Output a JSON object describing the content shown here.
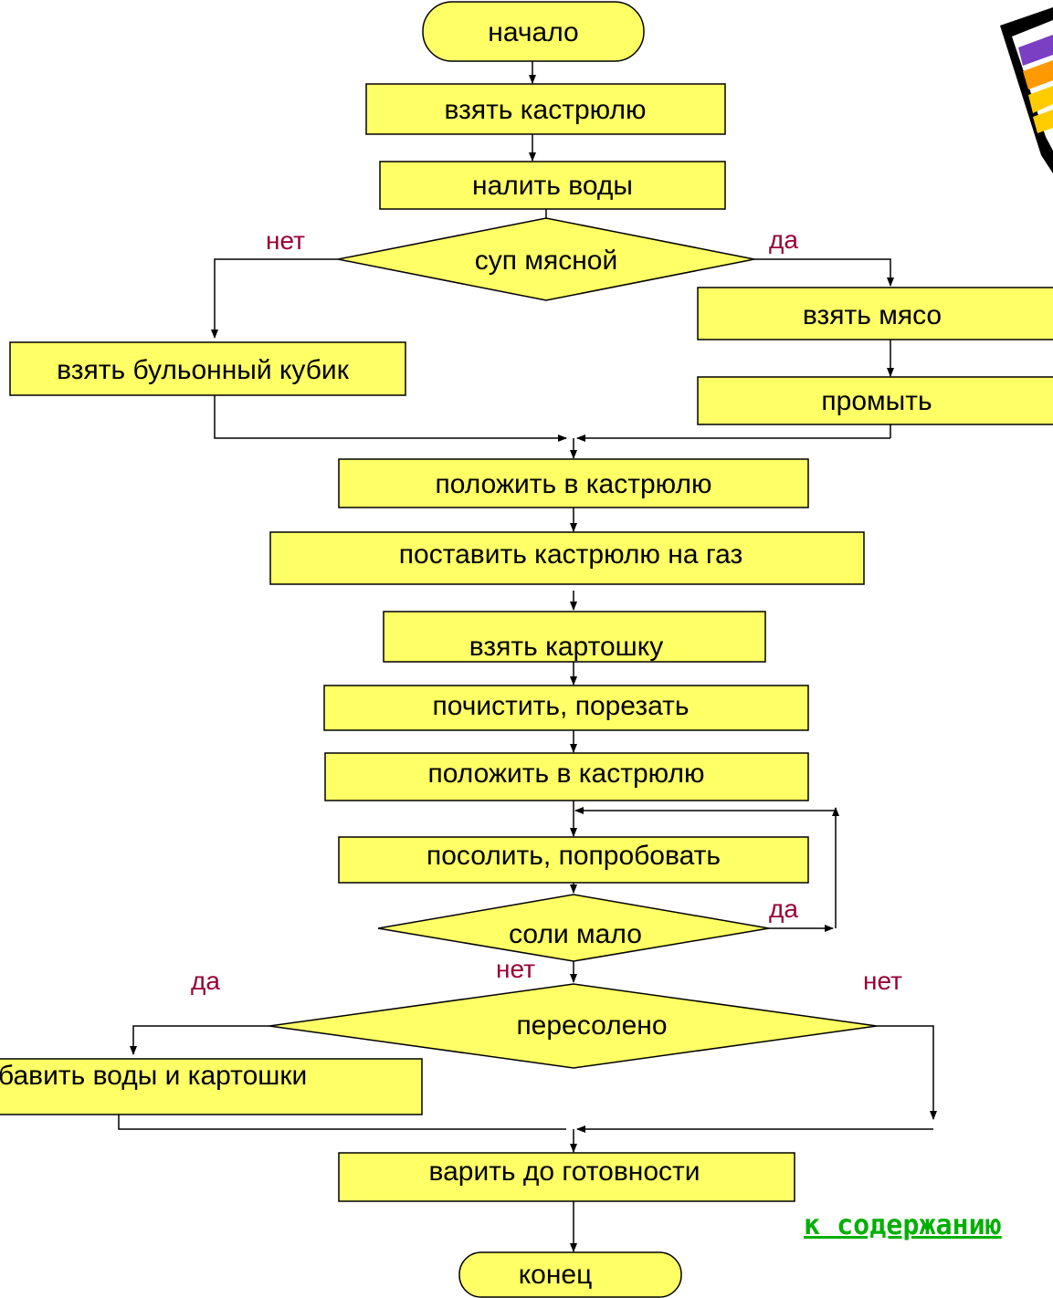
{
  "nodes": {
    "start": "начало",
    "take_pot": "взять кастрюлю",
    "pour_water": "налить воды",
    "meat_soup": "суп мясной",
    "take_meat": "взять мясо",
    "rinse": "промыть",
    "take_cube": "взять бульонный кубик",
    "put_in_pot_1": "положить в кастрюлю",
    "pot_on_gas": "поставить кастрюлю на газ",
    "take_potato": "взять картошку",
    "peel_cut": "почистить, порезать",
    "put_in_pot_2": "положить в кастрюлю",
    "salt_taste": "посолить, попробовать",
    "little_salt": "соли мало",
    "oversalted": "пересолено",
    "add_water_potato": "добавить воды и картошки",
    "cook_until_ready": "варить до готовности",
    "end": "конец"
  },
  "branches": {
    "meat_no": "нет",
    "meat_yes": "да",
    "salt_yes": "да",
    "salt_no": "нет",
    "over_yes": "да",
    "over_no": "нет"
  },
  "link": {
    "label": "к содержанию"
  },
  "colors": {
    "box_fill": "#ffff66",
    "branch_text": "#990033",
    "link": "#00b000"
  }
}
